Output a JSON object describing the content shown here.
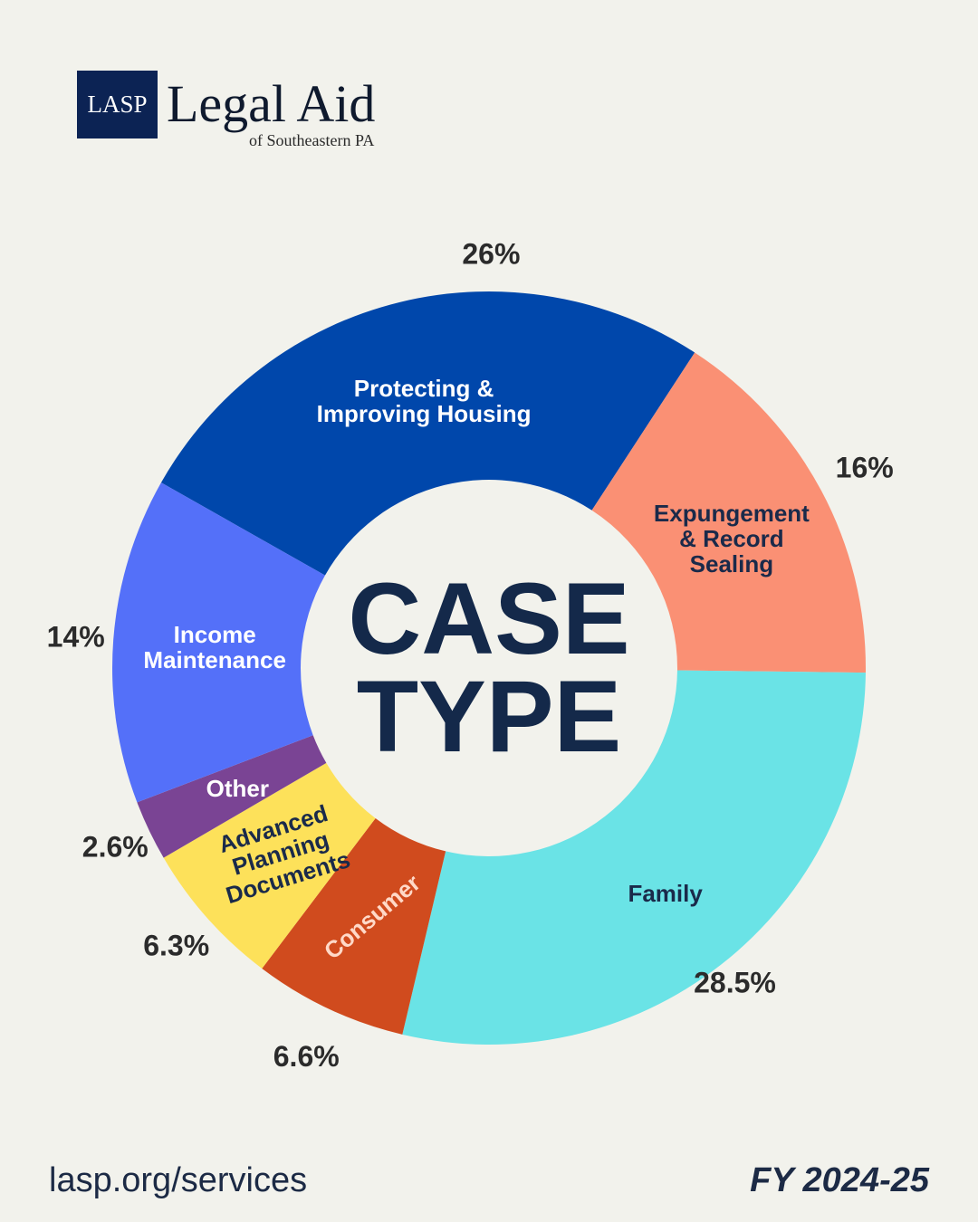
{
  "header": {
    "logo_mark": "LASP",
    "logo_name": "Legal Aid",
    "logo_subtitle": "of Southeastern PA"
  },
  "footer": {
    "url": "lasp.org/services",
    "fiscal_year": "FY 2024-25"
  },
  "chart_data": {
    "type": "pie",
    "title": "",
    "center_text": [
      "CASE",
      "TYPE"
    ],
    "slices": [
      {
        "label": "Protecting & Improving Housing",
        "lines": [
          "Protecting &",
          "Improving Housing"
        ],
        "value": 26,
        "value_label": "26%",
        "color": "#0047ab",
        "text_color": "#ffffff"
      },
      {
        "label": "Expungement & Record Sealing",
        "lines": [
          "Expungement",
          "& Record",
          "Sealing"
        ],
        "value": 16,
        "value_label": "16%",
        "color": "#fa9074",
        "text_color": "#1a2a4a"
      },
      {
        "label": "Family",
        "lines": [
          "Family"
        ],
        "value": 28.5,
        "value_label": "28.5%",
        "color": "#6ae3e6",
        "text_color": "#1a2a4a"
      },
      {
        "label": "Consumer",
        "lines": [
          "Consumer"
        ],
        "value": 6.6,
        "value_label": "6.6%",
        "color": "#d04b1e",
        "text_color": "#ffd9c8"
      },
      {
        "label": "Advanced Planning Documents",
        "lines": [
          "Advanced",
          "Planning",
          "Documents"
        ],
        "value": 6.3,
        "value_label": "6.3%",
        "color": "#fde15a",
        "text_color": "#1a2a4a"
      },
      {
        "label": "Other",
        "lines": [
          "Other"
        ],
        "value": 2.6,
        "value_label": "2.6%",
        "color": "#7a4494",
        "text_color": "#ffffff"
      },
      {
        "label": "Income Maintenance",
        "lines": [
          "Income",
          "Maintenance"
        ],
        "value": 14,
        "value_label": "14%",
        "color": "#5470f9",
        "text_color": "#ffffff"
      }
    ]
  }
}
